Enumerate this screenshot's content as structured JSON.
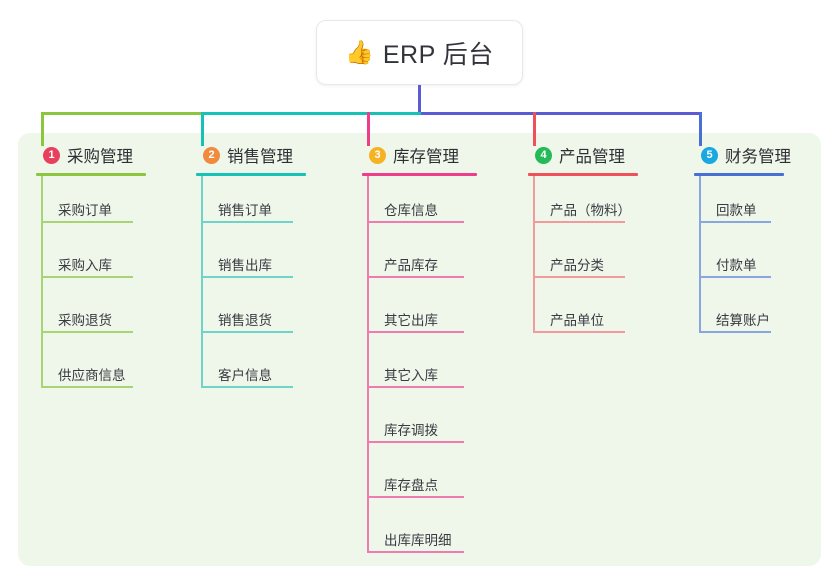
{
  "root": {
    "emoji": "👍",
    "emoji_name": "thumbs-up-icon",
    "title": "ERP 后台"
  },
  "colors": {
    "panel_bg": "#eef7e9",
    "root_border": "#e8e8ec",
    "bus_indigo": "#5b5bd6",
    "text": "#33333b"
  },
  "branches": [
    {
      "index": "1",
      "label": "采购管理",
      "badge_color": "#e8415e",
      "line_color": "#8cc63f",
      "child_line_color": "#a8d474",
      "children": [
        "采购订单",
        "采购入库",
        "采购退货",
        "供应商信息"
      ]
    },
    {
      "index": "2",
      "label": "销售管理",
      "badge_color": "#f08a3c",
      "line_color": "#15c2b5",
      "child_line_color": "#6fd3ca",
      "children": [
        "销售订单",
        "销售出库",
        "销售退货",
        "客户信息"
      ]
    },
    {
      "index": "3",
      "label": "库存管理",
      "badge_color": "#f5b324",
      "line_color": "#ee3d8a",
      "child_line_color": "#f07bb0",
      "children": [
        "仓库信息",
        "产品库存",
        "其它出库",
        "其它入库",
        "库存调拨",
        "库存盘点",
        "出库库明细"
      ]
    },
    {
      "index": "4",
      "label": "产品管理",
      "badge_color": "#25ba57",
      "line_color": "#f0505a",
      "child_line_color": "#f29a9e",
      "children": [
        "产品（物料）",
        "产品分类",
        "产品单位"
      ]
    },
    {
      "index": "5",
      "label": "财务管理",
      "badge_color": "#1aa8e0",
      "line_color": "#4a6fd4",
      "child_line_color": "#8aa6e0",
      "children": [
        "回款单",
        "付款单",
        "结算账户"
      ]
    }
  ]
}
